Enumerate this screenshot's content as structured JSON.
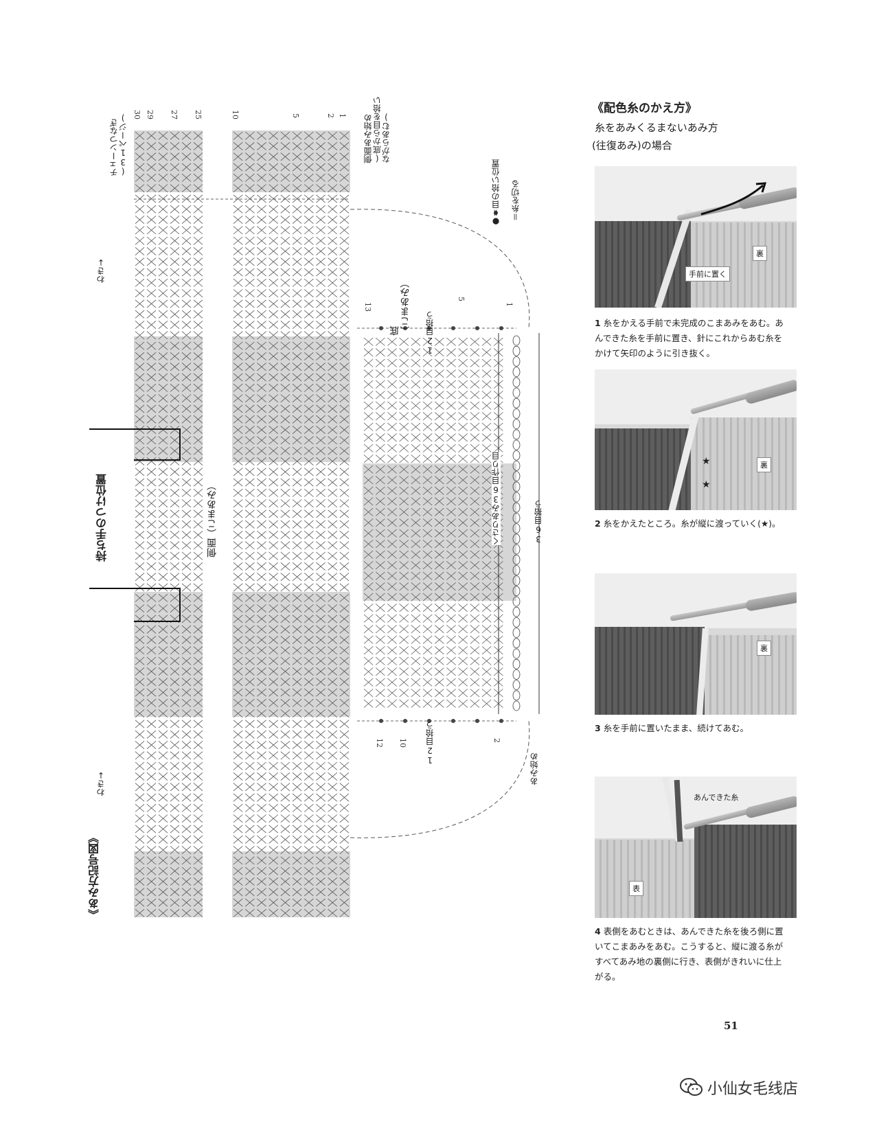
{
  "chart": {
    "title": "《あみ方記号図》",
    "side_label": "側面（こまあみ）",
    "handle_label": "持ち手のつけ位置",
    "chain_join": "チェーンつなぎ\n(31ページ)",
    "side_start": "側面あみ始め\n(底から目を拾い\nながらあむ)",
    "waki_top": "わき↓",
    "waki_bottom": "わき↓",
    "bottom_label": "底\n（こまあみ）",
    "pick12_top": "12目拾う",
    "pick12_bottom": "12目拾う",
    "pick36": "36目拾う",
    "chain36": "くさりあみ36目作り目",
    "amihajime": "あみ始め",
    "legend_dot": "●＝目の拾い位置",
    "legend_cut": "＝糸を切る",
    "row_numbers_top": [
      "30",
      "29",
      "27",
      "25",
      "10",
      "5",
      "2",
      "1"
    ],
    "bottom_rows": [
      "13",
      "5",
      "1"
    ],
    "bottom_rows_lower": [
      "12",
      "10",
      "2"
    ]
  },
  "section": {
    "title": "《配色糸のかえ方》",
    "subtitle_1": "糸をあみくるまないあみ方",
    "subtitle_2": "(往復あみ)の場合"
  },
  "photos": [
    {
      "tags": [
        "手前に置く",
        "裏"
      ]
    },
    {
      "tags": [
        "裏"
      ]
    },
    {
      "tags": [
        "裏"
      ]
    },
    {
      "tags": [
        "あんできた糸",
        "表"
      ]
    }
  ],
  "steps": [
    {
      "num": "1",
      "text": "糸をかえる手前で未完成のこまあみをあむ。あんできた糸を手前に置き、針にこれからあむ糸をかけて矢印のように引き抜く。"
    },
    {
      "num": "2",
      "text": "糸をかえたところ。糸が縦に渡っていく(★)。"
    },
    {
      "num": "3",
      "text": "糸を手前に置いたまま、続けてあむ。"
    },
    {
      "num": "4",
      "text": "表側をあむときは、あんできた糸を後ろ側に置いてこまあみをあむ。こうすると、縦に渡る糸がすべてあみ地の裏側に行き、表側がきれいに仕上がる。"
    }
  ],
  "page_number": "51",
  "watermark": "小仙女毛线店",
  "colors": {
    "shade": "#d6d6d6",
    "grid": "#555555",
    "dark_yarn": "#5a5a5a",
    "light_yarn": "#c4c4c4"
  }
}
